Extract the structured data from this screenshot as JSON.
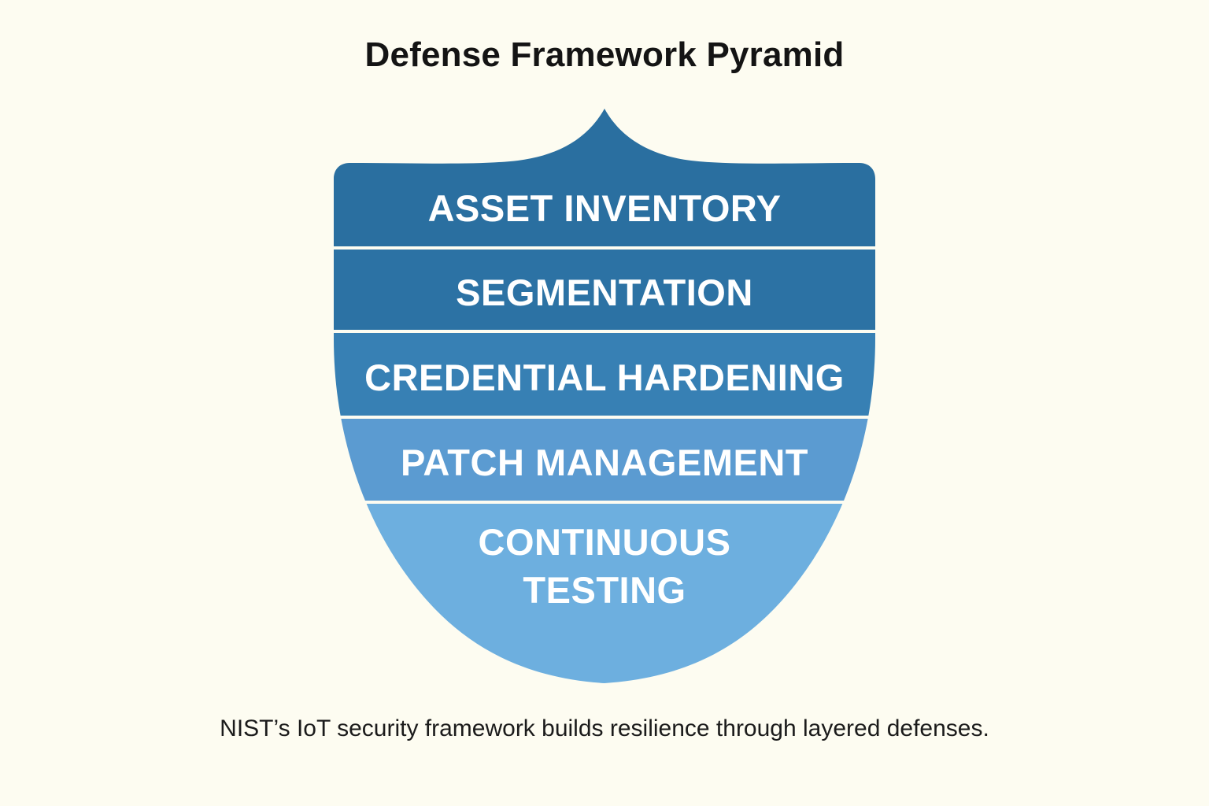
{
  "figure": {
    "title": "Defense Framework Pyramid",
    "caption": "NIST’s IoT security framework builds resilience through layered defenses.",
    "background_color": "#fdfcf1",
    "title_color": "#141414",
    "caption_color": "#1b1b1b"
  },
  "shield": {
    "name": "layered-defense-shield",
    "divider_color": "#fdfcf1",
    "label_color": "#ffffff",
    "layers": [
      {
        "label": "ASSET INVENTORY",
        "color": "#2a6fa0",
        "order": 1
      },
      {
        "label": "SEGMENTATION",
        "color": "#2c72a4",
        "order": 2
      },
      {
        "label": "CREDENTIAL HARDENING",
        "color": "#3780b4",
        "order": 3
      },
      {
        "label": "PATCH MANAGEMENT",
        "color": "#5b9bd1",
        "order": 4
      },
      {
        "label": "CONTINUOUS",
        "label2": "TESTING",
        "color": "#6dafdf",
        "order": 5
      }
    ]
  },
  "chart_data": {
    "type": "pyramid",
    "title": "Defense Framework Pyramid",
    "subtitle": "NIST’s IoT security framework builds resilience through layered defenses.",
    "orientation": "top-to-bottom",
    "categories": [
      "ASSET INVENTORY",
      "SEGMENTATION",
      "CREDENTIAL HARDENING",
      "PATCH MANAGEMENT",
      "CONTINUOUS TESTING"
    ],
    "values": [
      1,
      2,
      3,
      4,
      5
    ],
    "colors": [
      "#2a6fa0",
      "#2c72a4",
      "#3780b4",
      "#5b9bd1",
      "#6dafdf"
    ],
    "legend": "none",
    "grid": false
  }
}
